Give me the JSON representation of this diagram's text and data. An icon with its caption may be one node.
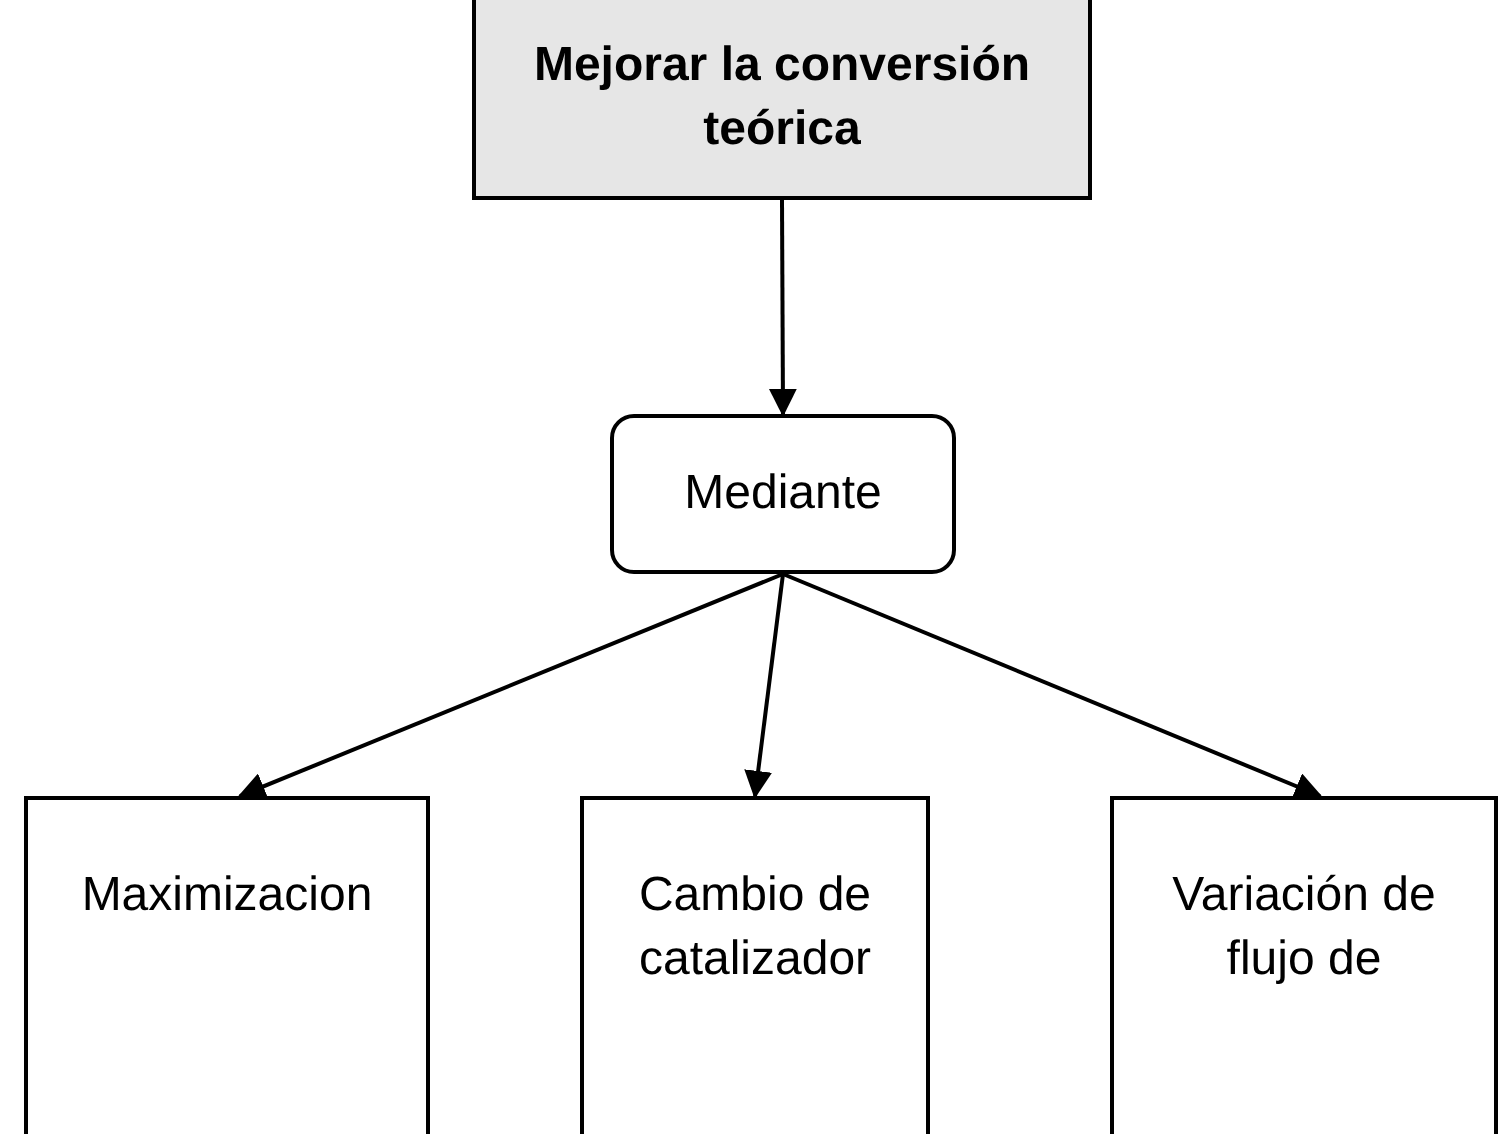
{
  "diagram": {
    "nodes": [
      {
        "text": [
          "Mejorar la conversión teórica"
        ]
      },
      {
        "text": [
          "Mediante"
        ]
      },
      {
        "text": [
          "Maximizacion"
        ]
      },
      {
        "text": [
          "Cambio de catalizador"
        ]
      },
      {
        "text": [
          "Variación de flujo de"
        ]
      }
    ],
    "edges": [
      {
        "from": 0,
        "to": 1,
        "arrow": "to"
      },
      {
        "from": 1,
        "to": 2,
        "arrow": "to"
      },
      {
        "from": 1,
        "to": 3,
        "arrow": "to"
      },
      {
        "from": 1,
        "to": 4,
        "arrow": "to"
      }
    ]
  }
}
